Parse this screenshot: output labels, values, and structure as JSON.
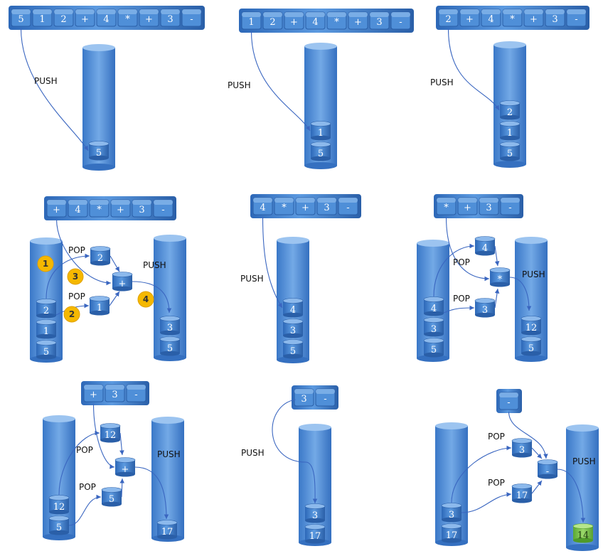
{
  "colors": {
    "block": "#3d7fd0",
    "block_dark": "#2b63ad",
    "tube": "#4a8ad6",
    "badge": "#f5b800",
    "result": "#7ccb4a",
    "arrow": "#3a66c0"
  },
  "labels": {
    "push": "PUSH",
    "pop": "POP"
  },
  "panels": [
    {
      "id": "p1",
      "queue": [
        "5",
        "1",
        "2",
        "+",
        "4",
        "*",
        "+",
        "3",
        "-"
      ],
      "left_stack": [],
      "right_stack": [
        "5"
      ],
      "temps": [],
      "op": "",
      "badges": []
    },
    {
      "id": "p2",
      "queue": [
        "1",
        "2",
        "+",
        "4",
        "*",
        "+",
        "3",
        "-"
      ],
      "left_stack": [],
      "right_stack": [
        "5",
        "1"
      ],
      "temps": [],
      "op": "",
      "badges": []
    },
    {
      "id": "p3",
      "queue": [
        "2",
        "+",
        "4",
        "*",
        "+",
        "3",
        "-"
      ],
      "left_stack": [],
      "right_stack": [
        "5",
        "1",
        "2"
      ],
      "temps": [],
      "op": "",
      "badges": []
    },
    {
      "id": "p4",
      "queue": [
        "+",
        "4",
        "*",
        "+",
        "3",
        "-"
      ],
      "left_stack": [
        "5",
        "1",
        "2"
      ],
      "right_stack": [
        "5",
        "3"
      ],
      "temps": [
        "2",
        "1"
      ],
      "op": "+",
      "badges": [
        "1",
        "2",
        "3",
        "4"
      ]
    },
    {
      "id": "p5",
      "queue": [
        "4",
        "*",
        "+",
        "3",
        "-"
      ],
      "left_stack": [],
      "right_stack": [
        "5",
        "3",
        "4"
      ],
      "temps": [],
      "op": "",
      "badges": []
    },
    {
      "id": "p6",
      "queue": [
        "*",
        "+",
        "3",
        "-"
      ],
      "left_stack": [
        "5",
        "3",
        "4"
      ],
      "right_stack": [
        "5",
        "12"
      ],
      "temps": [
        "4",
        "3"
      ],
      "op": "*",
      "badges": []
    },
    {
      "id": "p7",
      "queue": [
        "+",
        "3",
        "-"
      ],
      "left_stack": [
        "5",
        "12"
      ],
      "right_stack": [
        "17"
      ],
      "temps": [
        "12",
        "5"
      ],
      "op": "+",
      "badges": []
    },
    {
      "id": "p8",
      "queue": [
        "3",
        "-"
      ],
      "left_stack": [],
      "right_stack": [
        "17",
        "3"
      ],
      "temps": [],
      "op": "",
      "badges": []
    },
    {
      "id": "p9",
      "queue": [
        "-"
      ],
      "left_stack": [
        "17",
        "3"
      ],
      "right_stack": [
        "14"
      ],
      "temps": [
        "3",
        "17"
      ],
      "op": "-",
      "badges": []
    }
  ]
}
